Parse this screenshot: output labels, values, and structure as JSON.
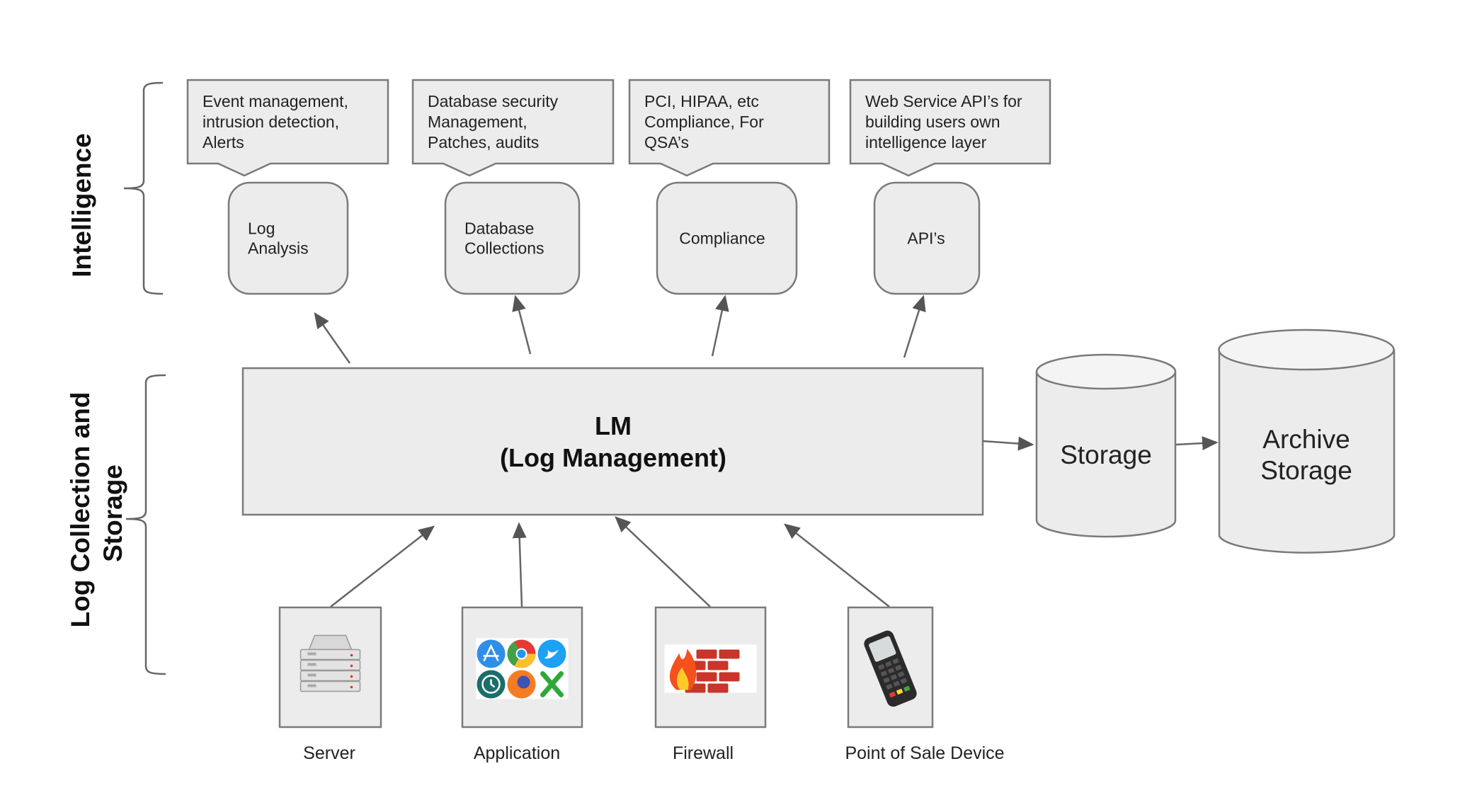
{
  "sections": {
    "intelligence": "Intelligence",
    "collection_line1": "Log Collection and",
    "collection_line2": "Storage"
  },
  "intelligence_nodes": [
    {
      "label_lines": [
        "Log",
        "Analysis"
      ],
      "callout_lines": [
        "Event management,",
        "intrusion detection,",
        "Alerts"
      ]
    },
    {
      "label_lines": [
        "Database",
        "Collections"
      ],
      "callout_lines": [
        "Database security",
        "Management,",
        "Patches, audits"
      ]
    },
    {
      "label_lines": [
        "Compliance"
      ],
      "callout_lines": [
        "PCI, HIPAA, etc",
        "Compliance, For",
        "QSA’s"
      ]
    },
    {
      "label_lines": [
        "API’s"
      ],
      "callout_lines": [
        "Web Service API’s for",
        "building users own",
        "intelligence layer"
      ]
    }
  ],
  "lm": {
    "line1": "LM",
    "line2": "(Log Management)"
  },
  "storage": {
    "label": "Storage"
  },
  "archive": {
    "line1": "Archive",
    "line2": "Storage"
  },
  "sources": [
    {
      "label": "Server",
      "icon": "server-rack-icon"
    },
    {
      "label": "Application",
      "icon": "app-icons-grid-icon"
    },
    {
      "label": "Firewall",
      "icon": "firewall-icon"
    },
    {
      "label": "Point of Sale Device",
      "icon": "pos-terminal-icon"
    }
  ],
  "colors": {
    "fill": "#ececec",
    "stroke": "#7a7a7a",
    "arrow": "#666666"
  }
}
